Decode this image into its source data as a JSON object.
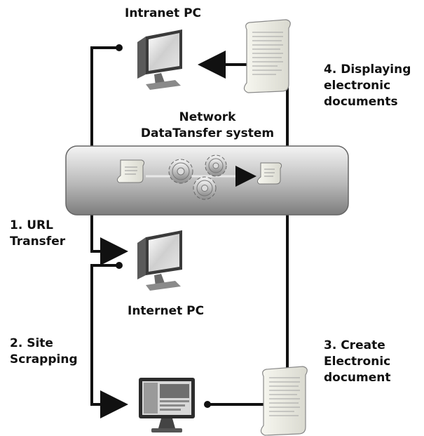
{
  "labels": {
    "intranet_pc": "Intranet PC",
    "internet_pc": "Internet PC",
    "system_title_line1": "Network",
    "system_title_line2": "DataTansfer system",
    "step1_line1": "1. URL",
    "step1_line2": "Transfer",
    "step2_line1": "2. Site",
    "step2_line2": "Scrapping",
    "step3_line1": "3. Create",
    "step3_line2": "Electronic",
    "step3_line3": "document",
    "step4_line1": "4. Displaying",
    "step4_line2": "electronic",
    "step4_line3": "documents"
  },
  "icons": [
    "monitor-icon",
    "document-scroll-icon",
    "gear-icon",
    "arrow-icon"
  ],
  "colors": {
    "line": "#111111",
    "panel_top": "#f2f2f2",
    "panel_bottom": "#8a8a8a",
    "paper": "#efefe6"
  }
}
